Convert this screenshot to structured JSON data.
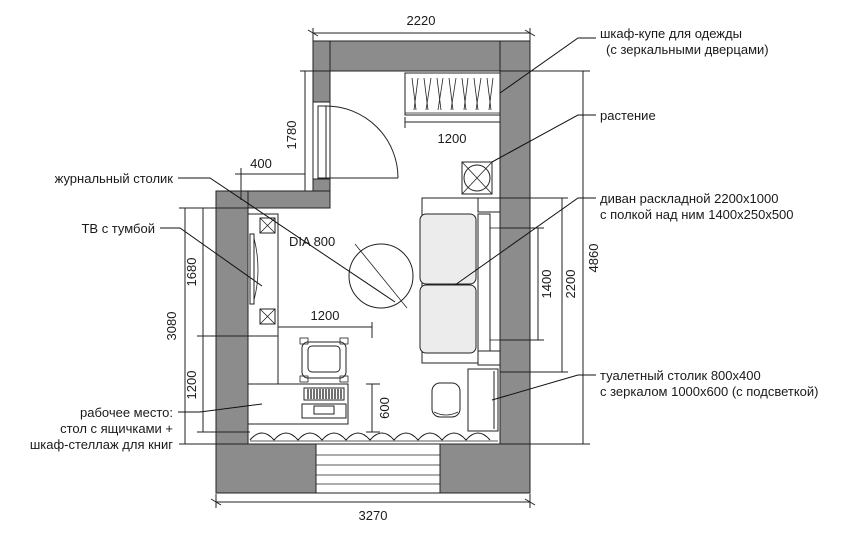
{
  "dimensions": {
    "top_width": "2220",
    "wardrobe_width": "1200",
    "corridor_length": "1780",
    "niche_width": "400",
    "left_upper": "1680",
    "left_total": "3080",
    "left_lower": "1200",
    "desk_width": "1200",
    "desk_depth": "600",
    "table_dia": "DIA 800",
    "sofa_length": "1400",
    "sofa_zone": "2200",
    "total_height": "4860",
    "bottom_width": "3270"
  },
  "labels": {
    "wardrobe_line1": "шкаф-купе для одежды",
    "wardrobe_line2": "(с зеркальными дверцами)",
    "plant": "растение",
    "sofa_line1": "диван раскладной 2200х1000",
    "sofa_line2": "с полкой над ним 1400х250х500",
    "vanity_line1": "туалетный столик 800х400",
    "vanity_line2": "с зеркалом 1000х600 (с подсветкой)",
    "coffee_table": "журнальный столик",
    "tv": "ТВ с тумбой",
    "workplace_line1": "рабочее место:",
    "workplace_line2": "стол с ящичками +",
    "workplace_line3": "шкаф-стеллаж для книг"
  },
  "colors": {
    "wall": "#8c8c8c",
    "line": "#222222"
  }
}
